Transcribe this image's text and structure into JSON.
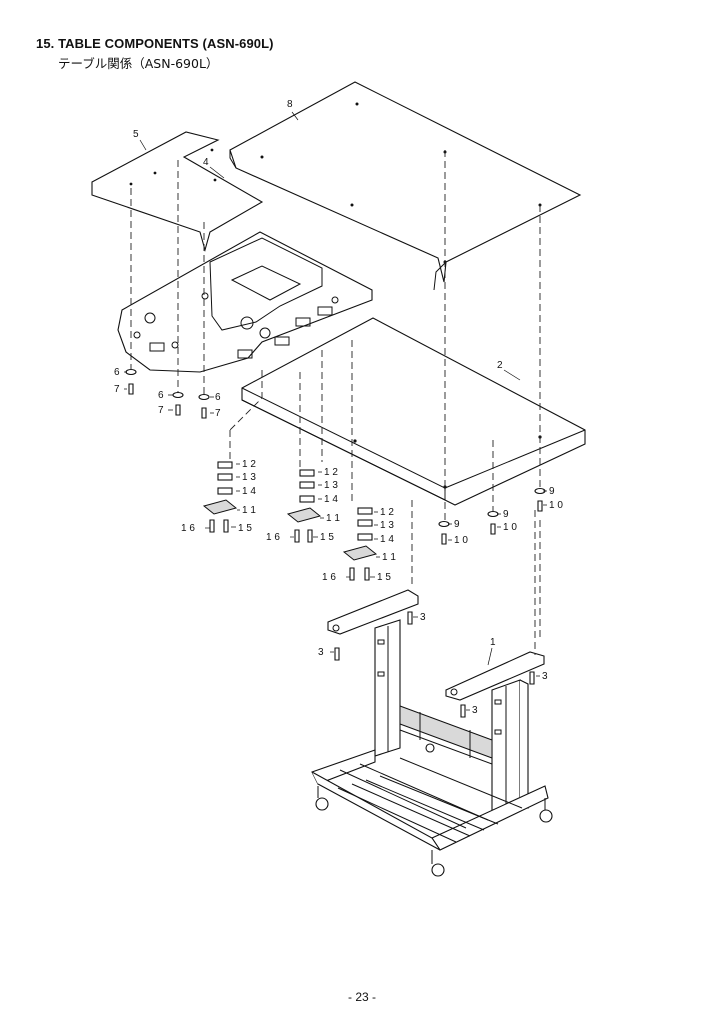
{
  "header": {
    "title": "15. TABLE COMPONENTS (ASN-690L)",
    "subtitle": "テーブル関係（ASN-690L）"
  },
  "footer": {
    "page_number": "- 23 -"
  },
  "callouts": {
    "p1": "1",
    "p2": "2",
    "p3": "3",
    "p4": "4",
    "p5": "5",
    "p6": "6",
    "p7": "7",
    "p8": "8",
    "p9": "9",
    "p10": "1 0",
    "p11": "1 1",
    "p12": "1 2",
    "p13": "1 3",
    "p14": "1 4",
    "p15": "1 5",
    "p16": "1 6"
  }
}
